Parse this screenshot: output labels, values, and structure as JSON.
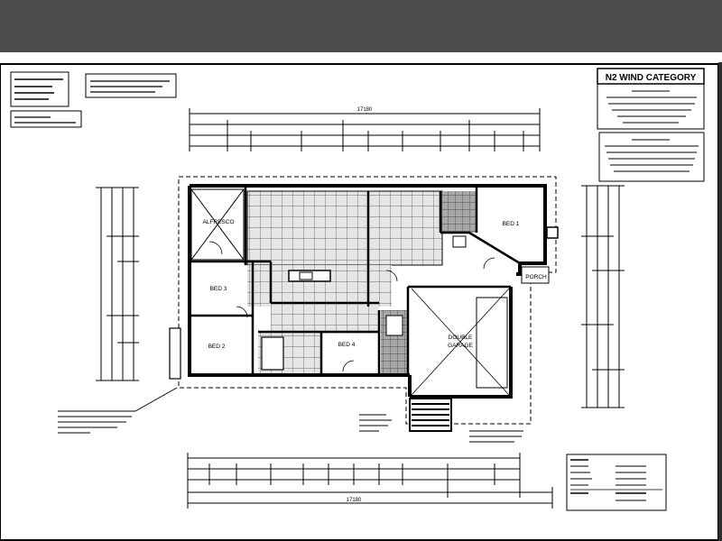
{
  "viewer": {
    "title": ""
  },
  "plan": {
    "wind_category": "N2 WIND CATEGORY",
    "rooms": {
      "alfresco": "ALFRESCO",
      "bed1": "BED 1",
      "bed2": "BED 2",
      "bed3": "BED 3",
      "bed4": "BED 4",
      "porch": "PORCH",
      "garage_line1": "DOUBLE",
      "garage_line2": "GARAGE"
    },
    "legible_dimensions": {
      "overall_top": "17180",
      "overall_bottom": "17180"
    }
  },
  "colors": {
    "topbar": "#4b4b4d",
    "paper": "#ffffff",
    "ink": "#000000",
    "tile_fill": "#dcdcdc",
    "dark_tile_fill": "#9a9a9a"
  }
}
